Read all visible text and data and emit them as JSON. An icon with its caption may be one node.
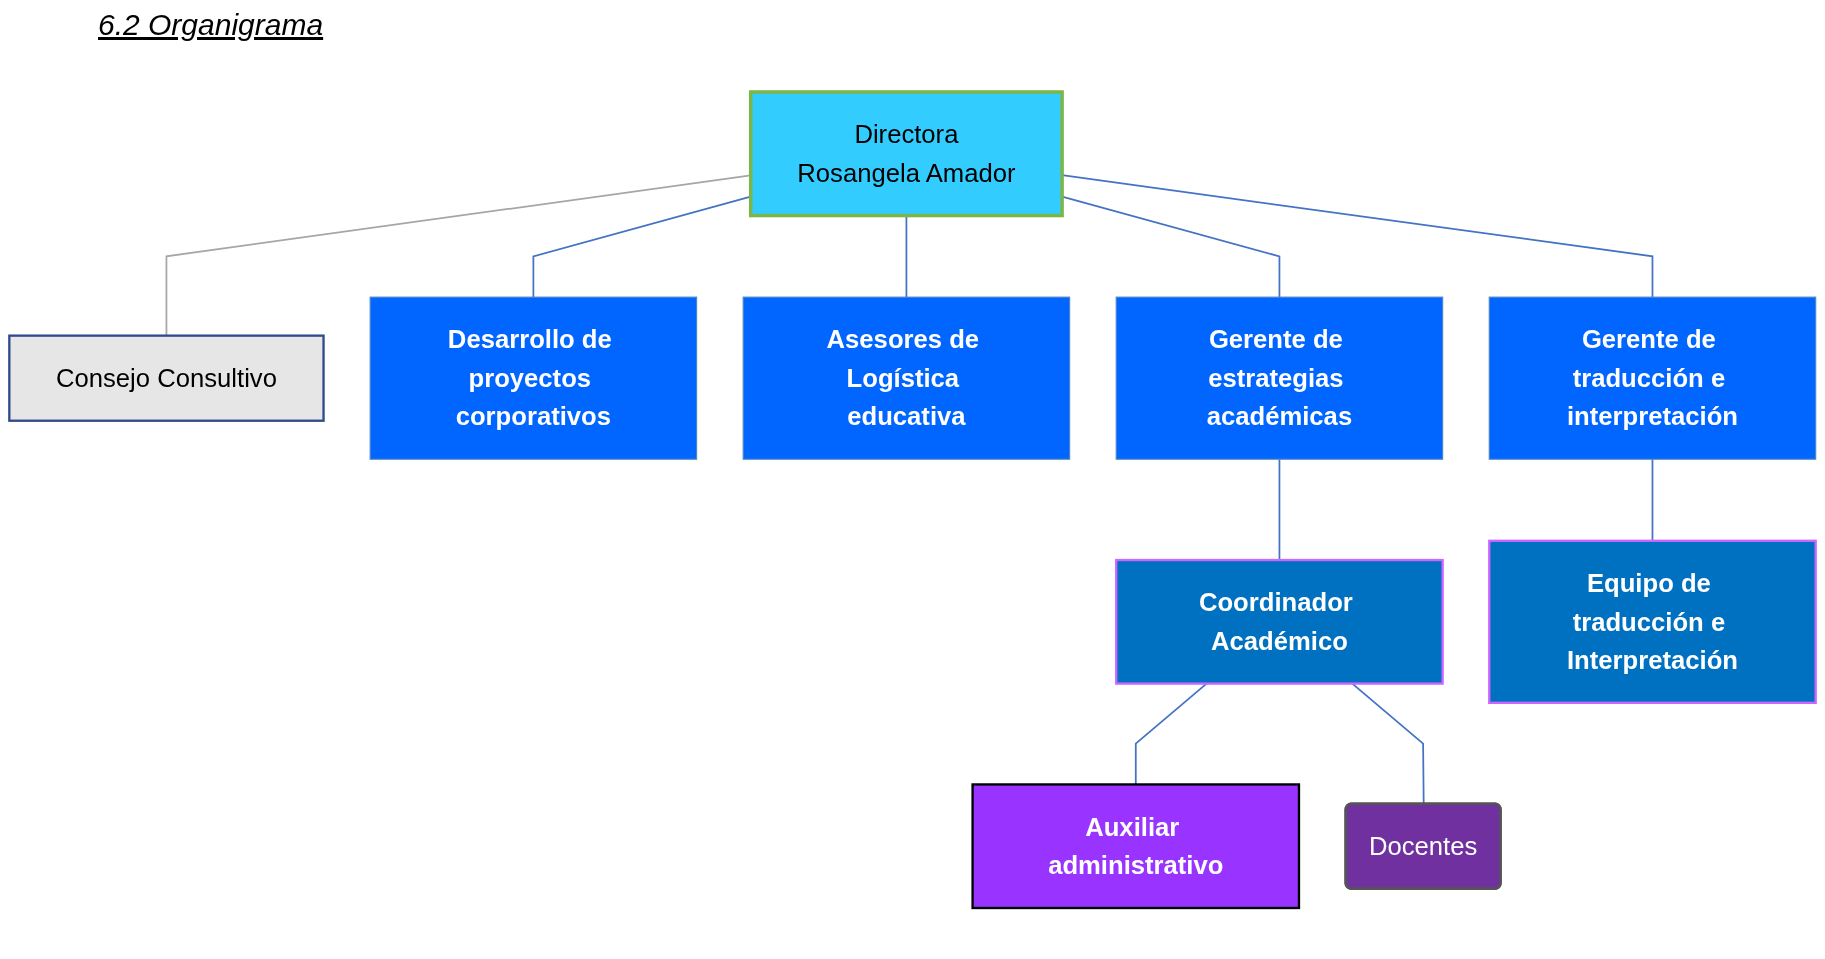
{
  "diagram": {
    "title": "6.2 Organigrama",
    "nodes": [
      {
        "text": [
          "Directora",
          "Rosangela Amador"
        ]
      },
      {
        "text": [
          "Consejo Consultivo"
        ]
      },
      {
        "text": [
          "Desarrollo de proyectos corporativos"
        ]
      },
      {
        "text": [
          "Asesores de Logística educativa"
        ]
      },
      {
        "text": [
          "Gerente de estrategias académicas"
        ]
      },
      {
        "text": [
          "Gerente de traducción e interpretación"
        ]
      },
      {
        "text": [
          "Coordinador Académico"
        ]
      },
      {
        "text": [
          "Equipo de traducción e Interpretación"
        ]
      },
      {
        "text": [
          "Auxiliar administrativo"
        ]
      },
      {
        "text": [
          "Docentes"
        ]
      }
    ],
    "edges": [
      {
        "from": 0,
        "to": 1,
        "arrow": "none",
        "color": "#a6a6a6"
      },
      {
        "from": 0,
        "to": 2,
        "arrow": "none"
      },
      {
        "from": 0,
        "to": 3,
        "arrow": "none"
      },
      {
        "from": 0,
        "to": 4,
        "arrow": "none"
      },
      {
        "from": 0,
        "to": 5,
        "arrow": "none"
      },
      {
        "from": 4,
        "to": 6,
        "arrow": "none"
      },
      {
        "from": 5,
        "to": 7,
        "arrow": "none"
      },
      {
        "from": 6,
        "to": 8,
        "arrow": "none"
      },
      {
        "from": 6,
        "to": 9,
        "arrow": "none"
      }
    ]
  }
}
